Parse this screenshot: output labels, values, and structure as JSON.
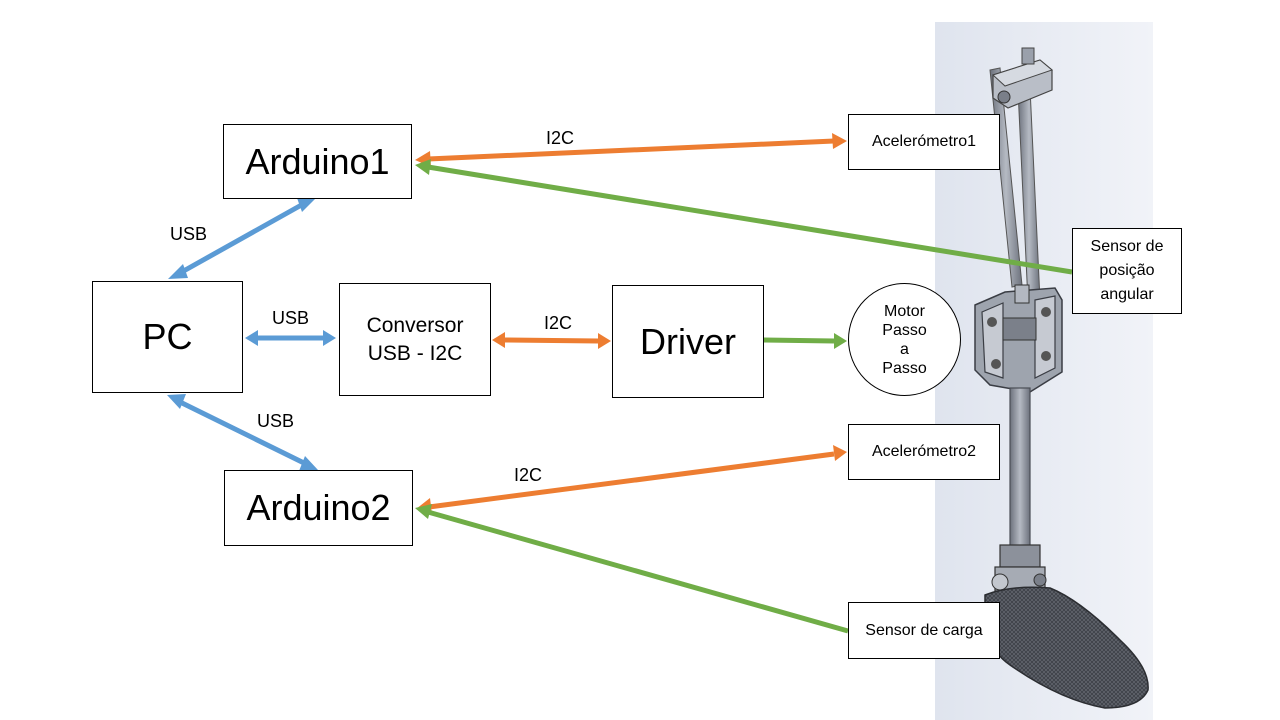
{
  "nodes": {
    "arduino1": "Arduino1",
    "arduino2": "Arduino2",
    "pc": "PC",
    "conversor_line1": "Conversor",
    "conversor_line2": "USB - I2C",
    "driver": "Driver",
    "motor_line1": "Motor",
    "motor_line2": "Passo",
    "motor_line3": "a",
    "motor_line4": "Passo",
    "accel1": "Acelerómetro1",
    "accel2": "Acelerómetro2",
    "angle_sensor_line1": "Sensor de",
    "angle_sensor_line2": "posição",
    "angle_sensor_line3": "angular",
    "load_sensor": "Sensor de carga"
  },
  "edge_labels": {
    "usb_pc_arduino1": "USB",
    "usb_pc_conversor": "USB",
    "usb_pc_arduino2": "USB",
    "i2c_arduino1_accel1": "I2C",
    "i2c_conversor_driver": "I2C",
    "i2c_arduino2_accel2": "I2C"
  },
  "colors": {
    "usb": "#5B9BD5",
    "i2c": "#ED7D31",
    "signal": "#70AD47",
    "mechanism_bg": "#E8ECF3",
    "metal": "#9AA0AB",
    "metal_dark": "#5C616B",
    "foot": "#4A4D55"
  }
}
